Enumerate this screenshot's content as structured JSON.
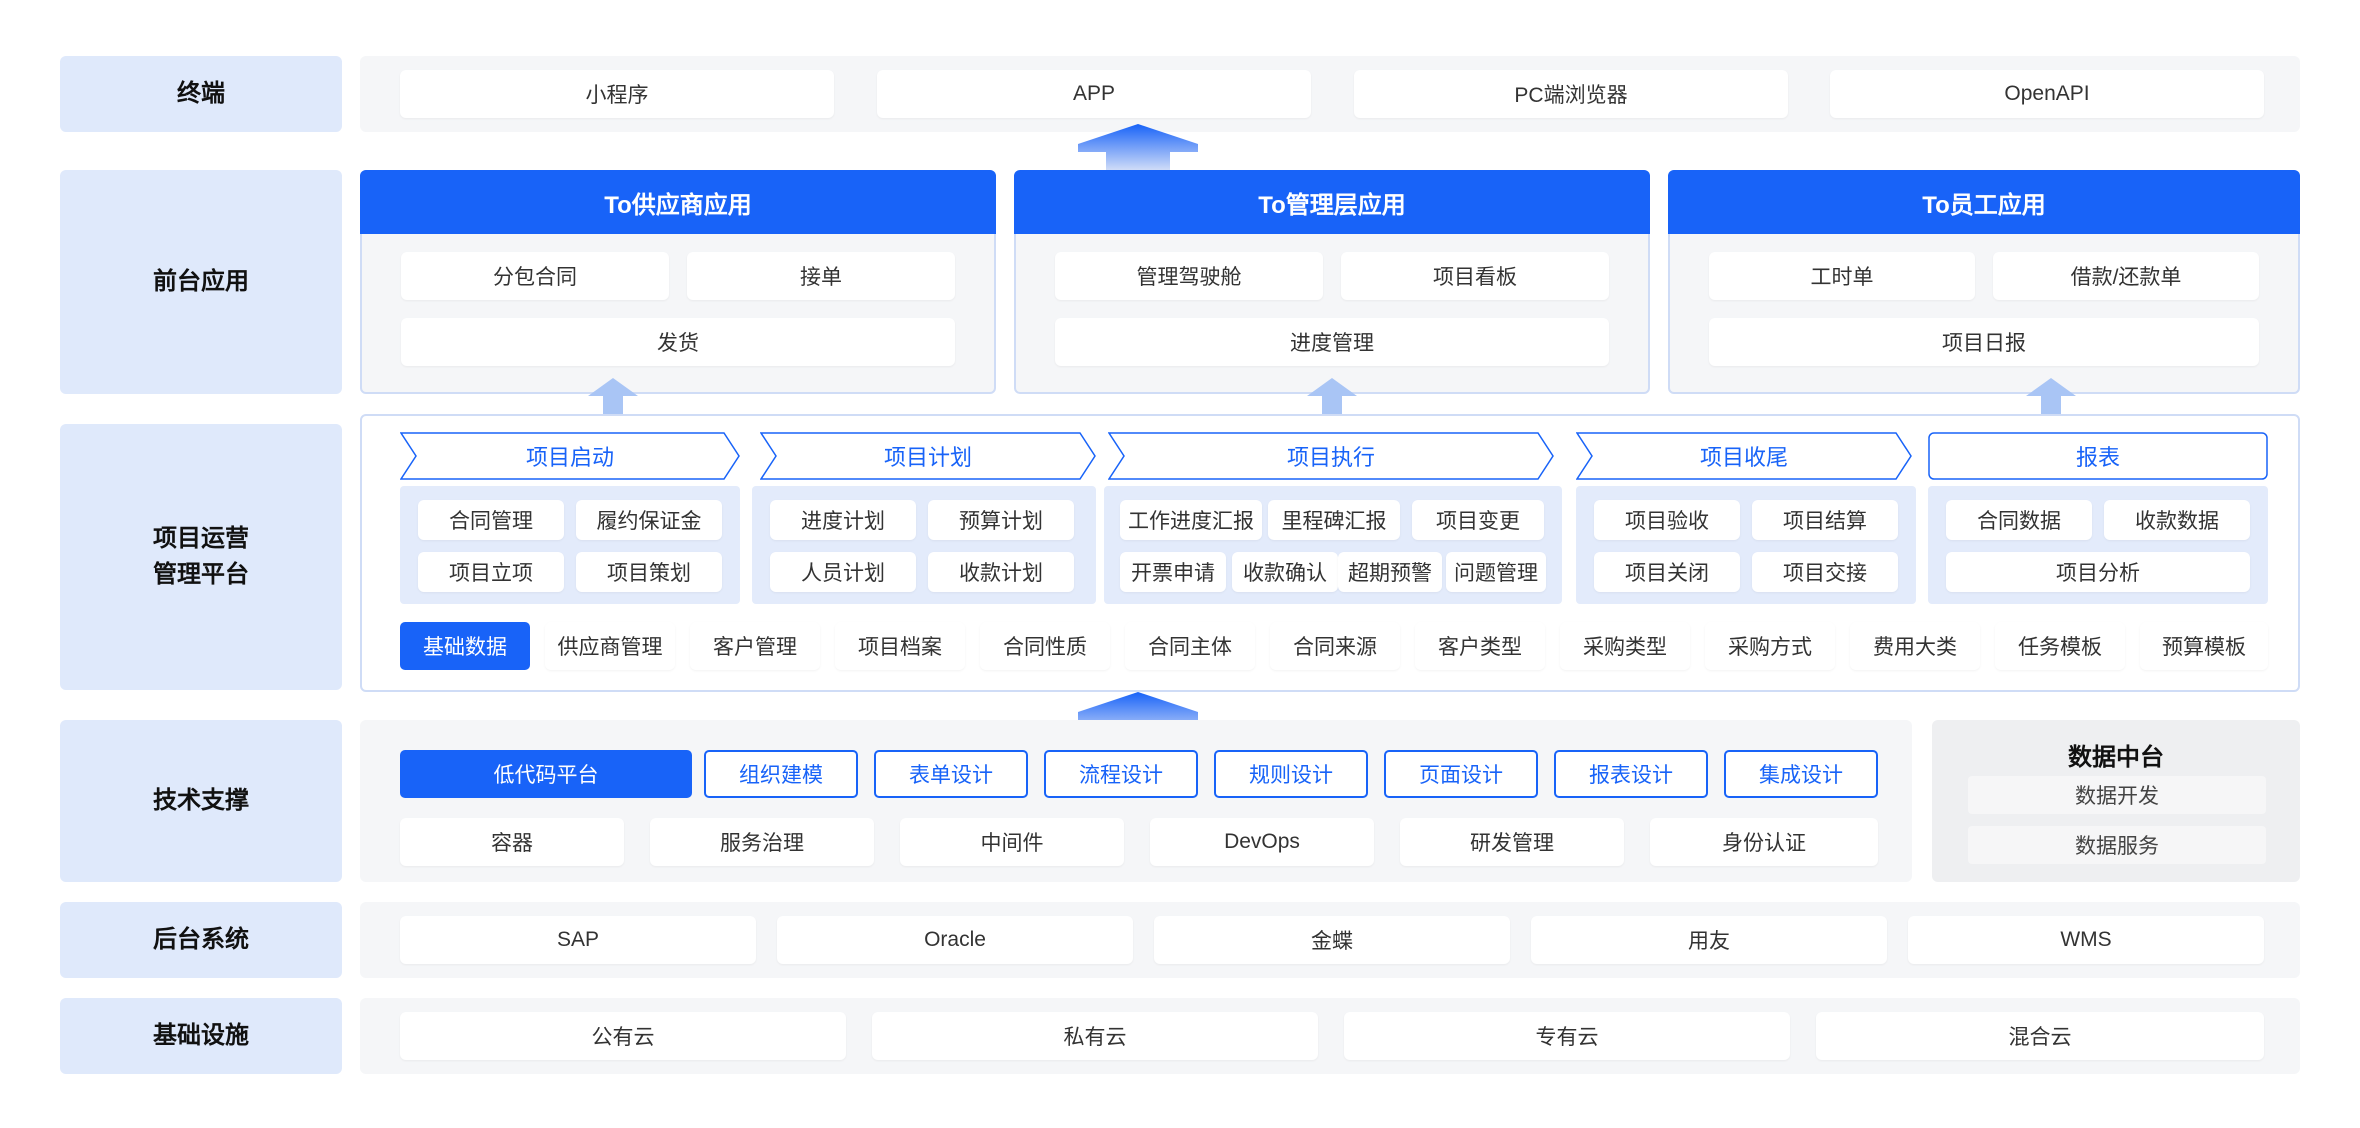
{
  "layers": {
    "terminal": "终端",
    "front_apps": "前台应用",
    "ops_line1": "项目运营",
    "ops_line2": "管理平台",
    "tech": "技术支撑",
    "backend": "后台系统",
    "infra": "基础设施"
  },
  "terminal_items": [
    "小程序",
    "APP",
    "PC端浏览器",
    "OpenAPI"
  ],
  "front_apps": [
    {
      "title": "To供应商应用",
      "items": [
        "分包合同",
        "接单",
        "发货"
      ]
    },
    {
      "title": "To管理层应用",
      "items": [
        "管理驾驶舱",
        "项目看板",
        "进度管理"
      ]
    },
    {
      "title": "To员工应用",
      "items": [
        "工时单",
        "借款/还款单",
        "项目日报"
      ]
    }
  ],
  "phases": [
    {
      "title": "项目启动",
      "items": [
        "合同管理",
        "履约保证金",
        "项目立项",
        "项目策划"
      ]
    },
    {
      "title": "项目计划",
      "items": [
        "进度计划",
        "预算计划",
        "人员计划",
        "收款计划"
      ]
    },
    {
      "title": "项目执行",
      "items": [
        "工作进度汇报",
        "里程碑汇报",
        "项目变更",
        "开票申请",
        "收款确认",
        "超期预警",
        "问题管理"
      ]
    },
    {
      "title": "项目收尾",
      "items": [
        "项目验收",
        "项目结算",
        "项目关闭",
        "项目交接"
      ]
    },
    {
      "title": "报表",
      "items": [
        "合同数据",
        "收款数据",
        "项目分析"
      ]
    }
  ],
  "base_data": [
    "基础数据",
    "供应商管理",
    "客户管理",
    "项目档案",
    "合同性质",
    "合同主体",
    "合同来源",
    "客户类型",
    "采购类型",
    "采购方式",
    "费用大类",
    "任务模板",
    "预算模板"
  ],
  "lowcode": [
    "低代码平台",
    "组织建模",
    "表单设计",
    "流程设计",
    "规则设计",
    "页面设计",
    "报表设计",
    "集成设计"
  ],
  "tech_items": [
    "容器",
    "服务治理",
    "中间件",
    "DevOps",
    "研发管理",
    "身份认证"
  ],
  "data_center": {
    "title": "数据中台",
    "items": [
      "数据开发",
      "数据服务"
    ]
  },
  "backend_items": [
    "SAP",
    "Oracle",
    "金蝶",
    "用友",
    "WMS"
  ],
  "infra_items": [
    "公有云",
    "私有云",
    "专有云",
    "混合云"
  ],
  "colors": {
    "accent": "#1863f8",
    "label_bg": "#dfe9fb",
    "panel_bg": "#f5f6f8",
    "phase_bg": "#e3ebfb"
  }
}
